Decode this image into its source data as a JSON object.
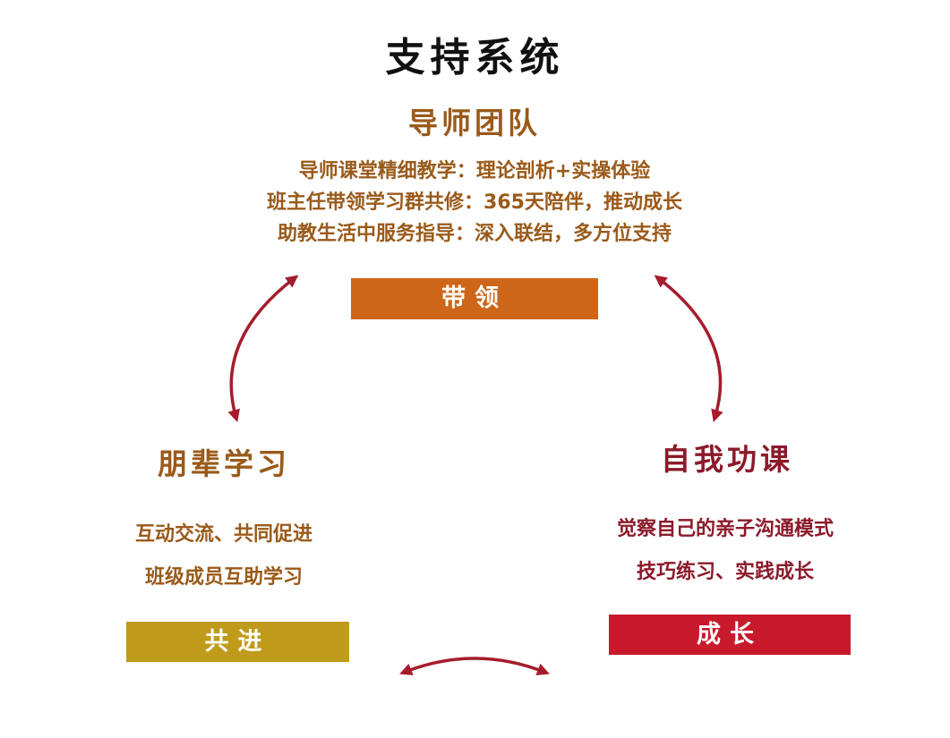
{
  "title": "支持系统",
  "nodes": {
    "top": {
      "heading": "导师团队",
      "lines": [
        "导师课堂精细教学：理论剖析+实操体验",
        "班主任带领学习群共修：365天陪伴，推动成长",
        "助教生活中服务指导：深入联结，多方位支持"
      ],
      "tag": "带领"
    },
    "left": {
      "heading": "朋辈学习",
      "lines": [
        "互动交流、共同促进",
        "班级成员互助学习"
      ],
      "tag": "共进"
    },
    "right": {
      "heading": "自我功课",
      "lines": [
        "觉察自己的亲子沟通模式",
        "技巧练习、实践成长"
      ],
      "tag": "成长"
    }
  },
  "colors": {
    "top_text": "#9a5a1a",
    "right_text": "#8b1a2a",
    "top_tag": "#cd6618",
    "left_tag": "#c09a1a",
    "right_tag": "#c81a2c",
    "arrow": "#a51c2c"
  }
}
